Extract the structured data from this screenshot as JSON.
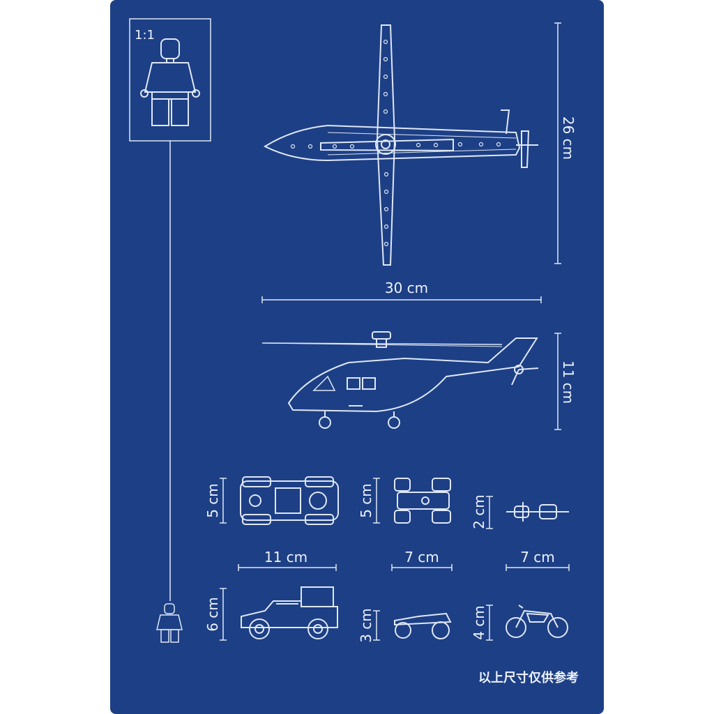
{
  "scale_label": "1:1",
  "dimensions": {
    "heli_top_height": "26 cm",
    "heli_top_width": "30 cm",
    "heli_side_height": "11 cm",
    "buggy_top_height": "5 cm",
    "buggy_top_width": "11 cm",
    "quad_top_height": "5 cm",
    "quad_top_width": "7 cm",
    "moto_top_height": "2 cm",
    "moto_top_width": "7 cm",
    "buggy_side_height": "6 cm",
    "quad_side_height": "3 cm",
    "moto_side_height": "4 cm"
  },
  "footer_note": "以上尺寸仅供参考",
  "colors": {
    "background": "#1d3f85",
    "line": "#dfe8f6",
    "page": "#ffffff"
  }
}
